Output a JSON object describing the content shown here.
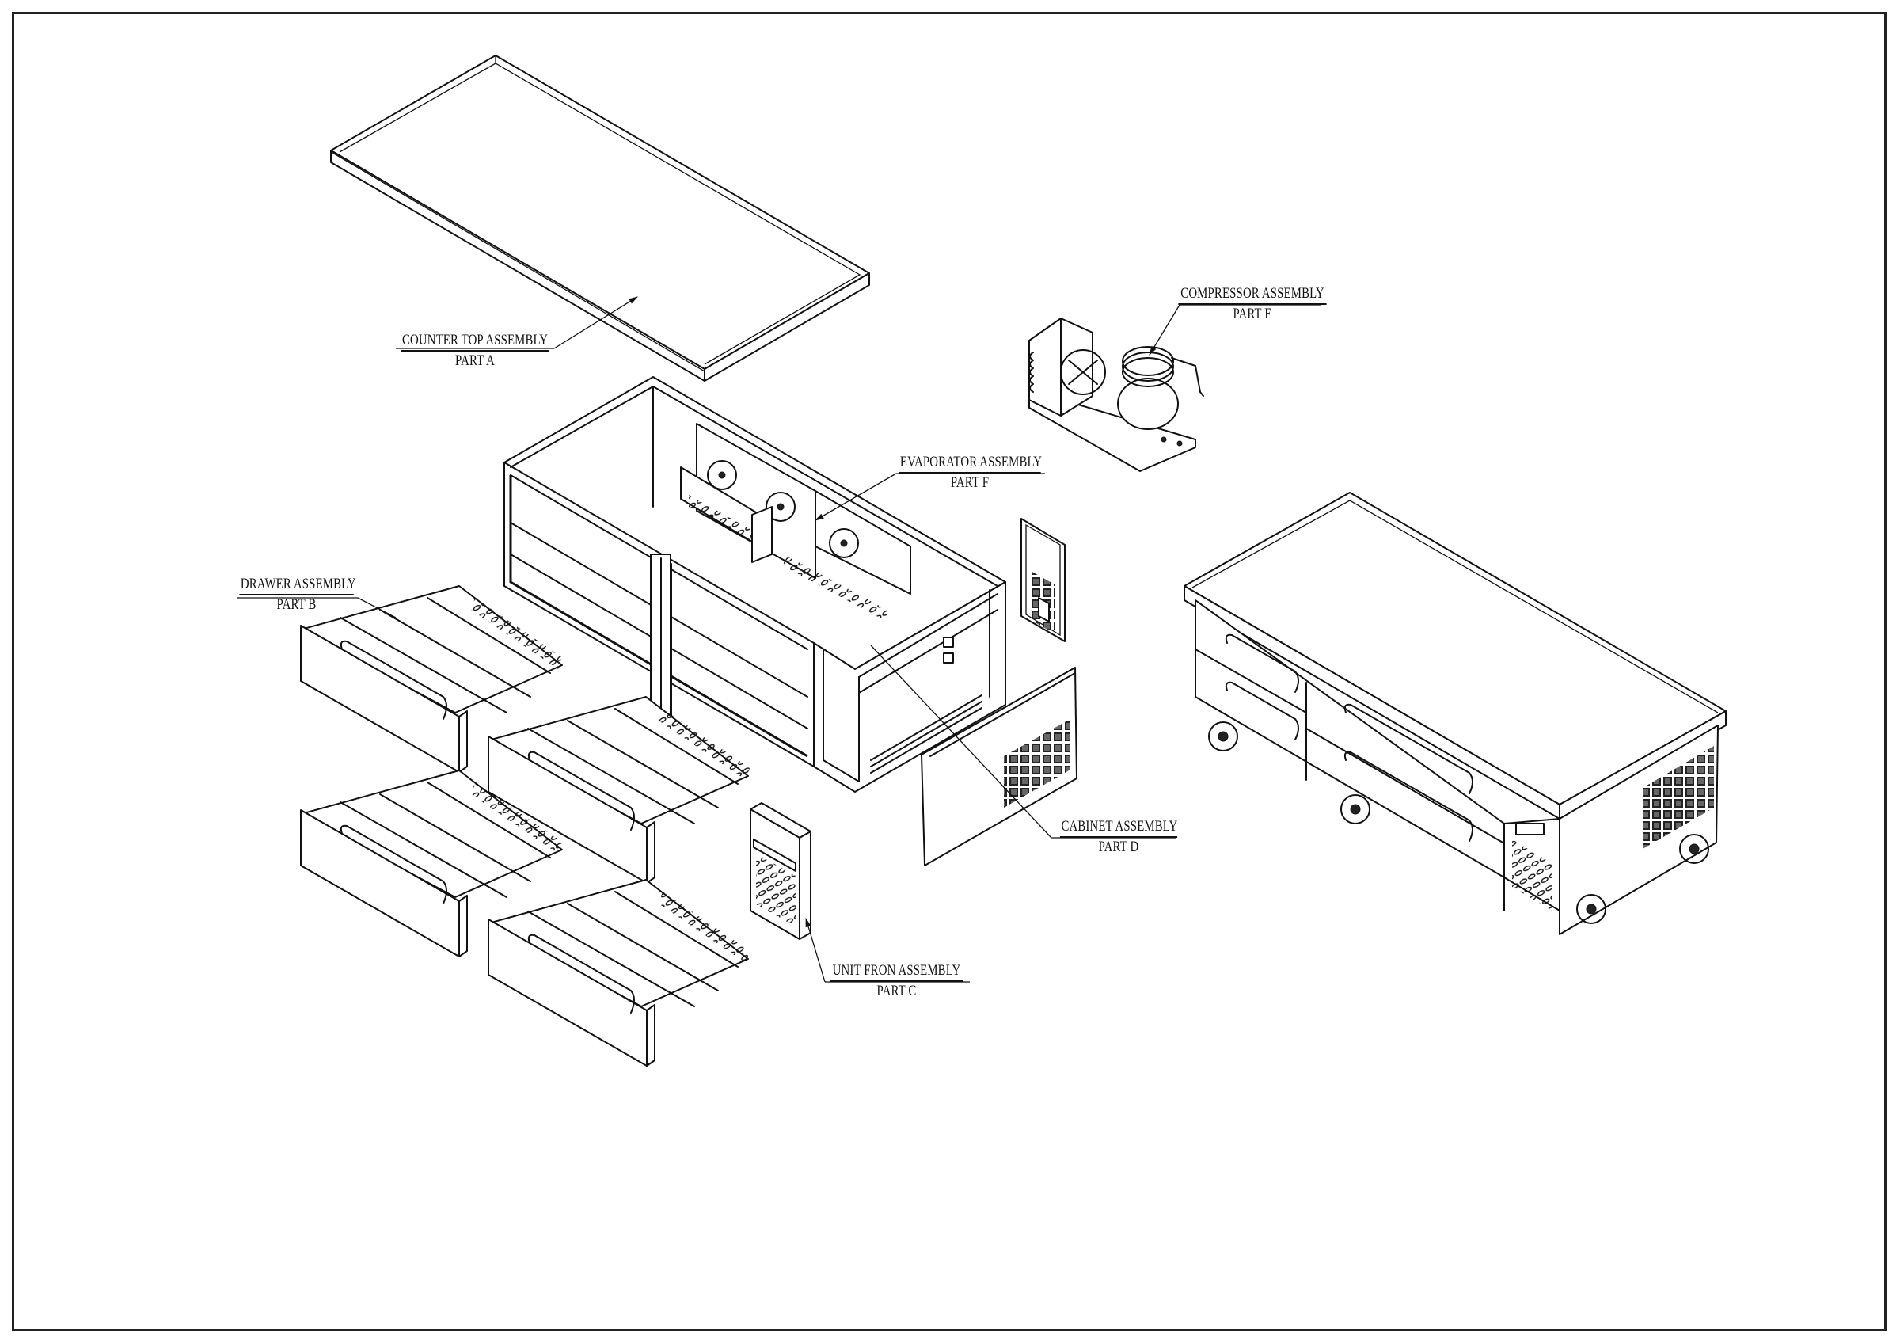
{
  "drawing": {
    "type": "exploded isometric assembly drawing",
    "subject": "refrigerated chef base with drawers"
  },
  "labels": [
    {
      "id": "A",
      "title": "COUNTER TOP ASSEMBLY",
      "part": "PART A"
    },
    {
      "id": "B",
      "title": "DRAWER ASSEMBLY",
      "part": "PART B"
    },
    {
      "id": "C",
      "title": "UNIT FRON ASSEMBLY",
      "part": "PART C"
    },
    {
      "id": "D",
      "title": "CABINET ASSEMBLY",
      "part": "PART D"
    },
    {
      "id": "E",
      "title": "COMPRESSOR ASSEMBLY",
      "part": "PART E"
    },
    {
      "id": "F",
      "title": "EVAPORATOR ASSEMBLY",
      "part": "PART F"
    }
  ],
  "colors": {
    "line": "#111111",
    "background": "#ffffff",
    "border": "#222222"
  }
}
